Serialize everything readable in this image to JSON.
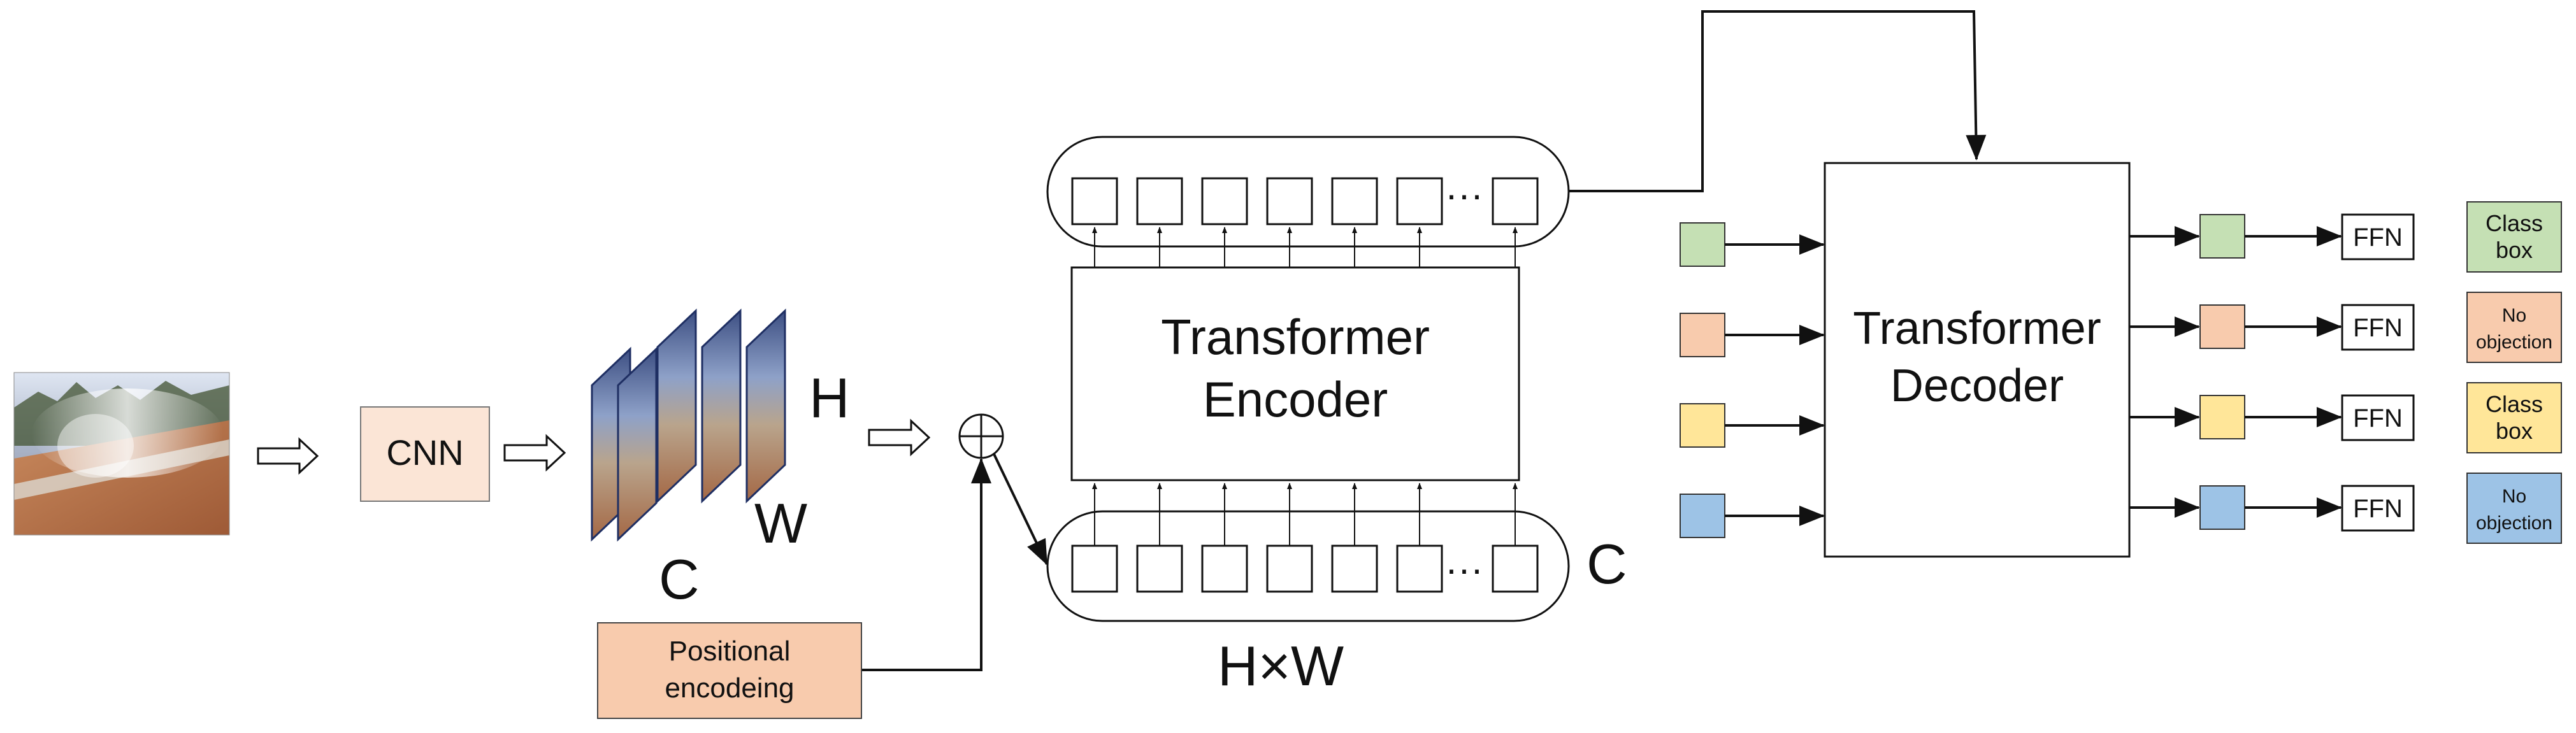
{
  "colors": {
    "cnn_fill": "#fbe5d6",
    "positional_fill": "#f8cbad",
    "green": "#c5e0b4",
    "orange": "#f8cbad",
    "yellow": "#ffe699",
    "blue": "#9dc3e6",
    "stroke": "#111111"
  },
  "input_image": {
    "icon": "photo-smoke-landscape-icon"
  },
  "cnn": {
    "label": "CNN"
  },
  "feature_maps": {
    "h_label": "H",
    "w_label": "W",
    "c_label": "C"
  },
  "adder": {
    "icon": "circled-plus-icon"
  },
  "positional": {
    "line1": "Positional",
    "line2": "encodeing"
  },
  "encoder": {
    "line1": "Transformer",
    "line2": "Encoder",
    "ellipsis": "···",
    "seq_c_label": "C",
    "seq_hw_label": "H×W"
  },
  "decoder": {
    "line1": "Transformer",
    "line2": "Decoder"
  },
  "queries": [
    "green",
    "orange",
    "yellow",
    "blue"
  ],
  "ffn_label": "FFN",
  "outputs": [
    {
      "color": "green",
      "line1": "Class",
      "line2": "box"
    },
    {
      "color": "orange",
      "line1": "No",
      "line2": "objection"
    },
    {
      "color": "yellow",
      "line1": "Class",
      "line2": "box"
    },
    {
      "color": "blue",
      "line1": "No",
      "line2": "objection"
    }
  ]
}
